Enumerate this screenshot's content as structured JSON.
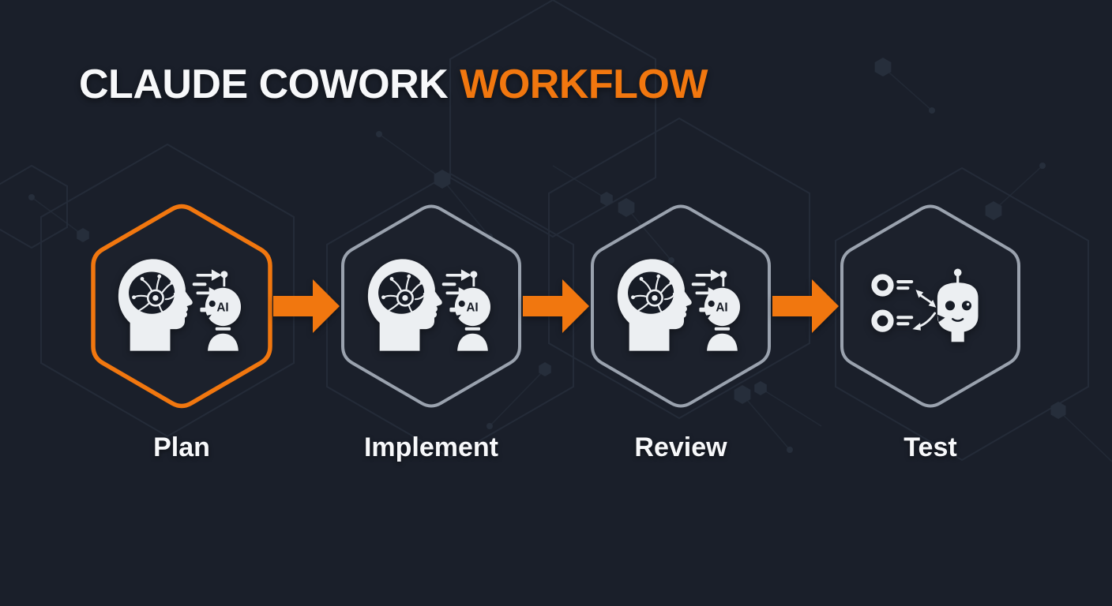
{
  "title": {
    "main": "CLAUDE COWORK",
    "accent": "WORKFLOW"
  },
  "stages": [
    {
      "label": "Plan",
      "icon": "human-ai-collaboration-icon",
      "highlighted": true
    },
    {
      "label": "Implement",
      "icon": "human-ai-collaboration-icon",
      "highlighted": false
    },
    {
      "label": "Review",
      "icon": "human-ai-collaboration-icon",
      "highlighted": false
    },
    {
      "label": "Test",
      "icon": "checklist-robot-icon",
      "highlighted": false
    }
  ],
  "icon_text": {
    "robot_badge": "AI"
  },
  "connector": {
    "icon": "right-arrow-icon"
  },
  "colors": {
    "background": "#1A1F2A",
    "accent_orange": "#F1770F",
    "hex_border_gray": "#9AA2AE",
    "icon_white": "#ECEFF2",
    "icon_dark": "#171C26",
    "label_white": "#F7F8FA",
    "decor": "#262E3B"
  }
}
